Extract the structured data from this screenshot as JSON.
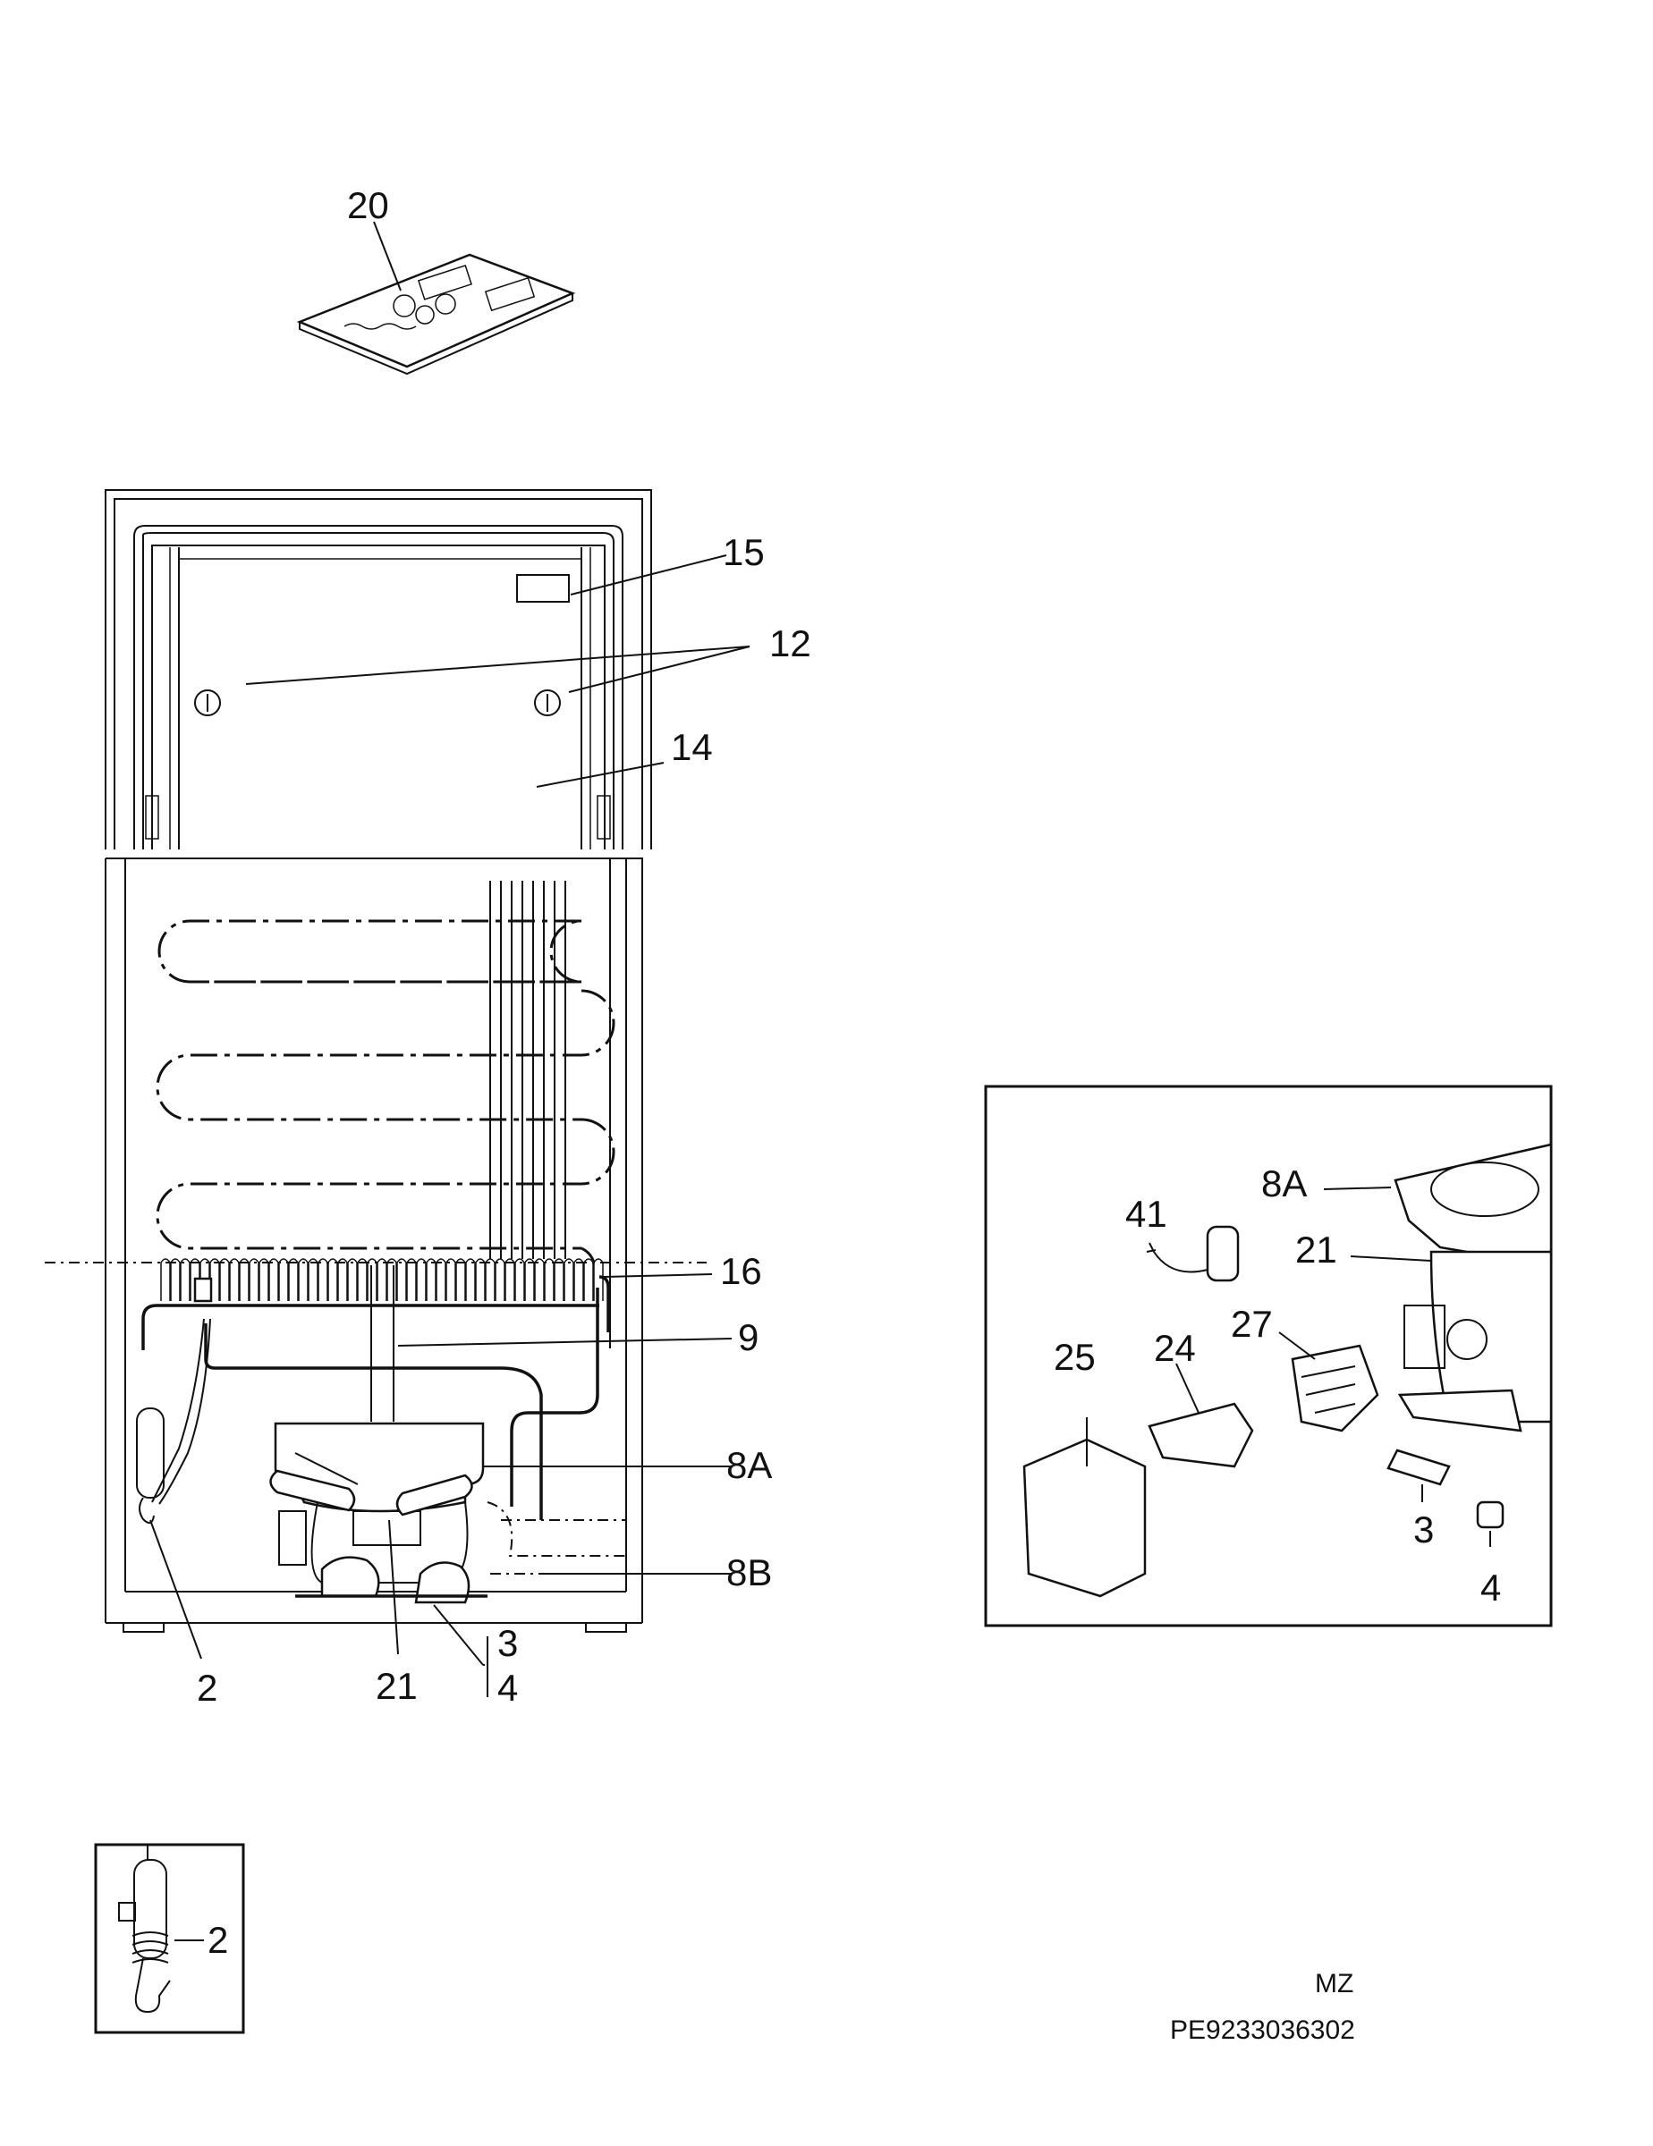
{
  "labels": {
    "manual": "20",
    "rating_plate": "15",
    "fixing_screws": "12",
    "back_panel": "14",
    "drier": "16",
    "capillary": "9",
    "compressor_bracket": "8A",
    "drip_tray": "8B",
    "thermostat_sensor": "2",
    "compressor": "21",
    "grommet": "3",
    "bush": "4",
    "inset_bracket": "8A",
    "inset_capacitor": "41",
    "inset_compressor": "21",
    "inset_relay": "27",
    "inset_cover": "25",
    "inset_clip": "24",
    "inset_grommet": "3",
    "inset_bush": "4",
    "inset_sensor": "2"
  },
  "footer": {
    "code": "MZ",
    "part_number": "PE9233036302"
  }
}
